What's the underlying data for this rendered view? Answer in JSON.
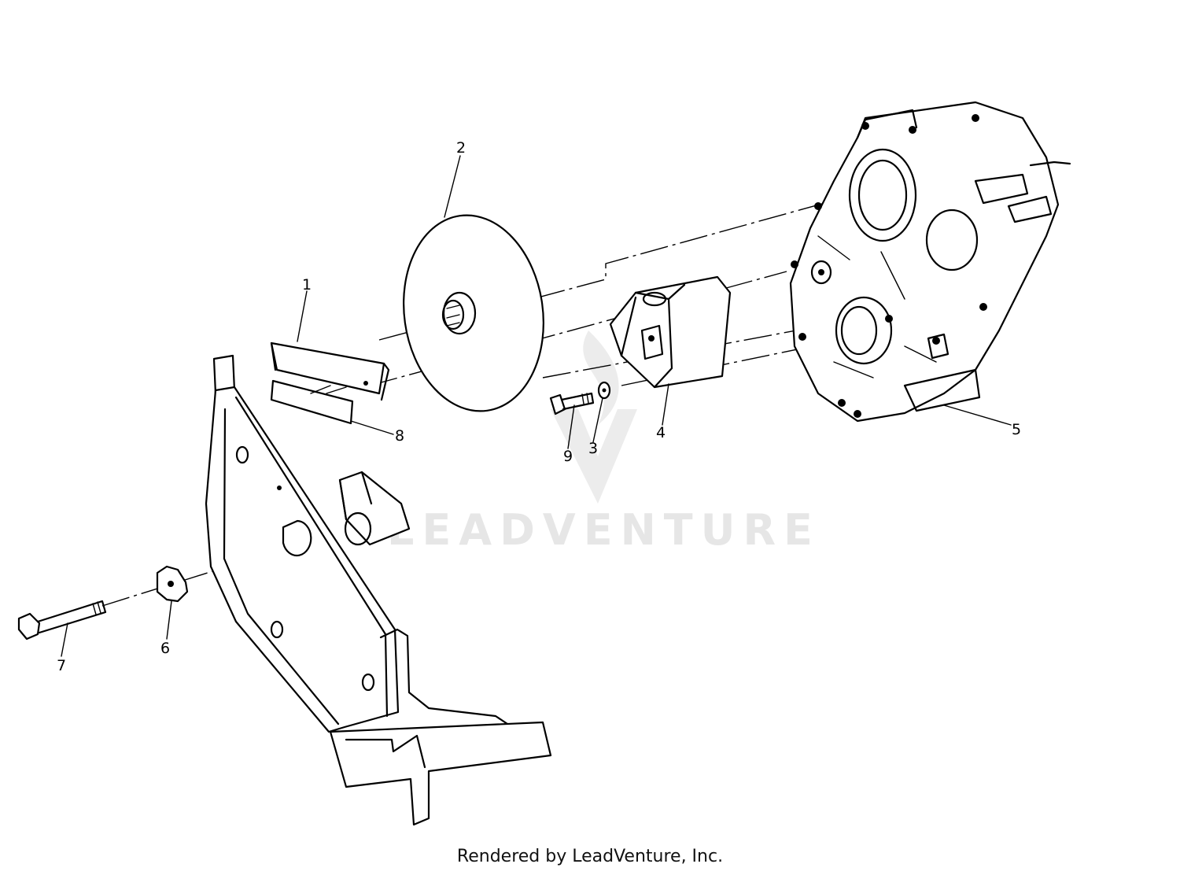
{
  "diagram": {
    "callouts": [
      {
        "id": "1",
        "label": "1"
      },
      {
        "id": "2",
        "label": "2"
      },
      {
        "id": "3",
        "label": "3"
      },
      {
        "id": "4",
        "label": "4"
      },
      {
        "id": "5",
        "label": "5"
      },
      {
        "id": "6",
        "label": "6"
      },
      {
        "id": "7",
        "label": "7"
      },
      {
        "id": "8",
        "label": "8"
      },
      {
        "id": "9",
        "label": "9"
      }
    ],
    "watermark": "LEADVENTURE"
  },
  "footer": {
    "credit": "Rendered by LeadVenture, Inc."
  }
}
